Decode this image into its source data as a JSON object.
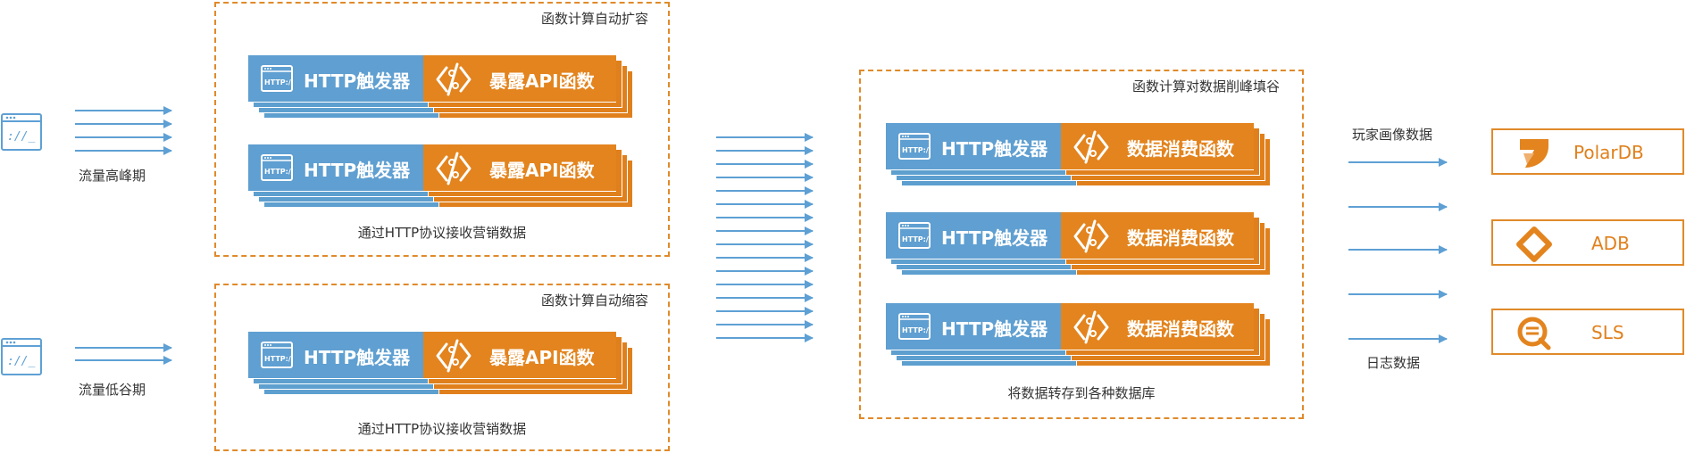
{
  "left_groups": {
    "peak": {
      "label": "流量高峰期"
    },
    "trough": {
      "label": "流量低谷期"
    }
  },
  "scale_out_box": {
    "title": "函数计算自动扩容",
    "caption": "通过HTTP协议接收营销数据"
  },
  "scale_in_box": {
    "title": "函数计算自动缩容",
    "caption": "通过HTTP协议接收营销数据"
  },
  "shave_box": {
    "title": "函数计算对数据削峰填谷",
    "caption": "将数据转存到各种数据库"
  },
  "cards": {
    "trigger_label": "HTTP触发器",
    "api_function_label": "暴露API函数",
    "consume_function_label": "数据消费函数",
    "http_icon_text": "HTTP://"
  },
  "right_labels": {
    "top": "玩家画像数据",
    "bottom": "日志数据"
  },
  "databases": [
    {
      "name": "PolarDB",
      "icon": "polardb-icon"
    },
    {
      "name": "ADB",
      "icon": "adb-icon"
    },
    {
      "name": "SLS",
      "icon": "sls-icon"
    }
  ],
  "colors": {
    "blue": "#5f9fd1",
    "orange": "#e3841e",
    "arrow": "#5ea0d4",
    "dash": "#e08a2a"
  }
}
